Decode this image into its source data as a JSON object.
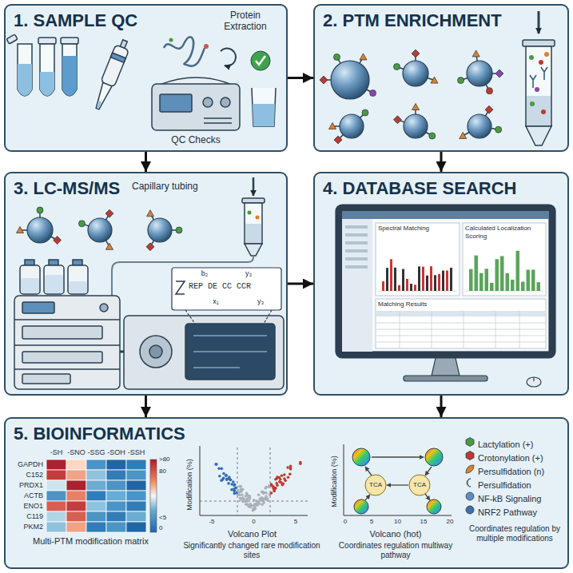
{
  "diagram": {
    "nodes": [
      {
        "text": [
          "1. SAMPLE QC"
        ]
      },
      {
        "text": [
          "2. PTM ENRICHMENT"
        ]
      },
      {
        "text": [
          "3. LC-MS/MS"
        ]
      },
      {
        "text": [
          "4. DATABASE SEARCH"
        ]
      },
      {
        "text": [
          "5. BIOINFORMATICS"
        ]
      }
    ],
    "edges": [
      {
        "from": 0,
        "to": 1,
        "arrow": "to"
      },
      {
        "from": 0,
        "to": 2,
        "arrow": "to"
      },
      {
        "from": 1,
        "to": 3,
        "arrow": "to"
      },
      {
        "from": 2,
        "to": 3,
        "arrow": "to"
      },
      {
        "from": 2,
        "to": 4,
        "arrow": "to"
      },
      {
        "from": 3,
        "to": 4,
        "arrow": "to"
      }
    ],
    "labels": [
      "Protein Extraction",
      "QC Checks",
      "Capillary tubing",
      "REP DE CC CCR",
      "b₂",
      "y₃",
      "x₁",
      "y₃",
      "Spectral Matching",
      "Calculated Localization Scoring",
      "Matching Results",
      "-SH",
      "-SNO",
      "-SSG",
      "-SOH",
      "-SSH",
      "GAPDH",
      "C152",
      "PRDX1",
      "ACTB",
      "ENO1",
      "C119",
      "PKM2",
      ">80",
      "80",
      "<5",
      "0",
      "Multi-PTM modification matrix",
      "Modification (%)",
      "-5",
      "0",
      "5",
      "Volcano Plot",
      "Significantly changed rare modification sites",
      "Modification (%)",
      "TCA",
      "TCA",
      "0",
      "5",
      "10",
      "15",
      "20",
      "Volcano (hot)",
      "Coordinates regulation multiway pathway",
      "Coordinates regulation by multiple modifications"
    ],
    "legend": [
      {
        "text": "Lactylation (+)",
        "color": "#4c9a3f"
      },
      {
        "text": "Crotonylation (+)",
        "color": "#c0392b"
      },
      {
        "text": "Persulfidation (n)",
        "color": "#e67e22"
      },
      {
        "text": "Persulfidation",
        "color": "#f0a030"
      },
      {
        "text": "NF-kB Signaling",
        "color": "#5b8fc0"
      },
      {
        "text": "NRF2 Pathway",
        "color": "#3d6fa8"
      }
    ]
  }
}
